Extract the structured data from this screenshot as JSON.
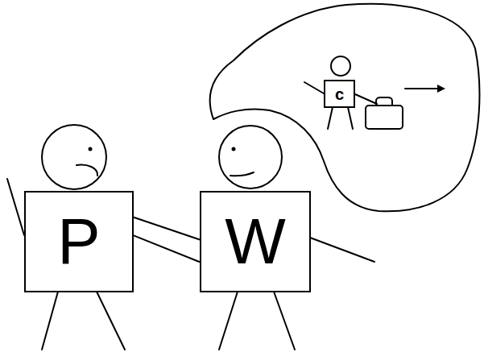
{
  "diagram": {
    "nodes": [
      {
        "text": [
          "P"
        ]
      },
      {
        "text": [
          "W"
        ]
      },
      {
        "text": [
          "c"
        ]
      }
    ],
    "edges": [
      {
        "from": 0,
        "to": 1,
        "arrow": "none"
      },
      {
        "from": 0,
        "to": 1,
        "arrow": "none"
      }
    ]
  }
}
